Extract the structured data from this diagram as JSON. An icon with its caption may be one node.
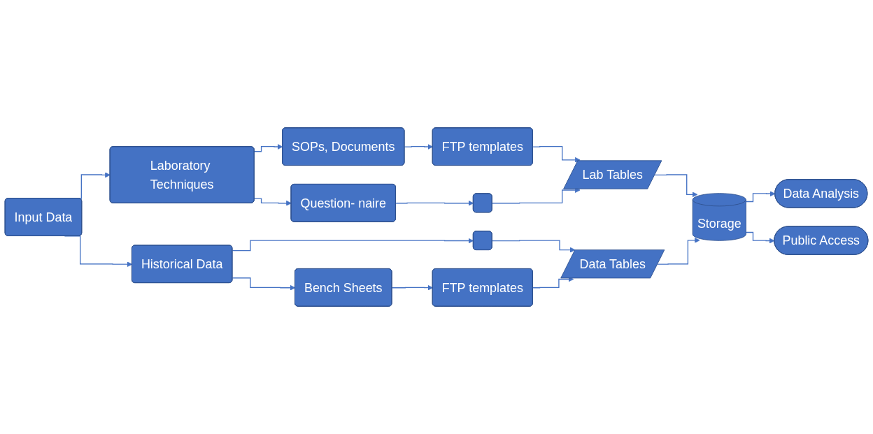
{
  "diagram": {
    "nodes": [
      {
        "text": [
          "Input Data"
        ]
      },
      {
        "text": [
          "Laboratory Techniques"
        ]
      },
      {
        "text": [
          "Historical Data"
        ]
      },
      {
        "text": [
          "SOPs, Documents"
        ]
      },
      {
        "text": [
          "FTP templates"
        ]
      },
      {
        "text": [
          "Question- naire"
        ]
      },
      {
        "text": [],
        "shape": "box"
      },
      {
        "text": [
          "Lab Tables"
        ]
      },
      {
        "text": [],
        "shape": "box"
      },
      {
        "text": [
          "Bench Sheets"
        ]
      },
      {
        "text": [
          "FTP templates"
        ]
      },
      {
        "text": [
          "Data Tables"
        ]
      },
      {
        "text": [
          "Storage"
        ]
      },
      {
        "text": [
          "Data Analysis"
        ]
      },
      {
        "text": [
          "Public Access"
        ]
      }
    ],
    "edges": [
      {
        "from": 0,
        "to": 1,
        "arrow": "to"
      },
      {
        "from": 0,
        "to": 2,
        "arrow": "to"
      },
      {
        "from": 1,
        "to": 3,
        "arrow": "to"
      },
      {
        "from": 1,
        "to": 5,
        "arrow": "to"
      },
      {
        "from": 3,
        "to": 4,
        "arrow": "to"
      },
      {
        "from": 5,
        "to": 6,
        "arrow": "to"
      },
      {
        "from": 4,
        "to": 7,
        "arrow": "to"
      },
      {
        "from": 6,
        "to": 7,
        "arrow": "to"
      },
      {
        "from": 7,
        "to": 12,
        "arrow": "to"
      },
      {
        "from": 2,
        "to": 8,
        "arrow": "to"
      },
      {
        "from": 2,
        "to": 9,
        "arrow": "to"
      },
      {
        "from": 9,
        "to": 10,
        "arrow": "to"
      },
      {
        "from": 8,
        "to": 11,
        "arrow": "to"
      },
      {
        "from": 10,
        "to": 11,
        "arrow": "to"
      },
      {
        "from": 11,
        "to": 12,
        "arrow": "to"
      },
      {
        "from": 12,
        "to": 13,
        "arrow": "to"
      },
      {
        "from": 12,
        "to": 14,
        "arrow": "to"
      }
    ]
  }
}
